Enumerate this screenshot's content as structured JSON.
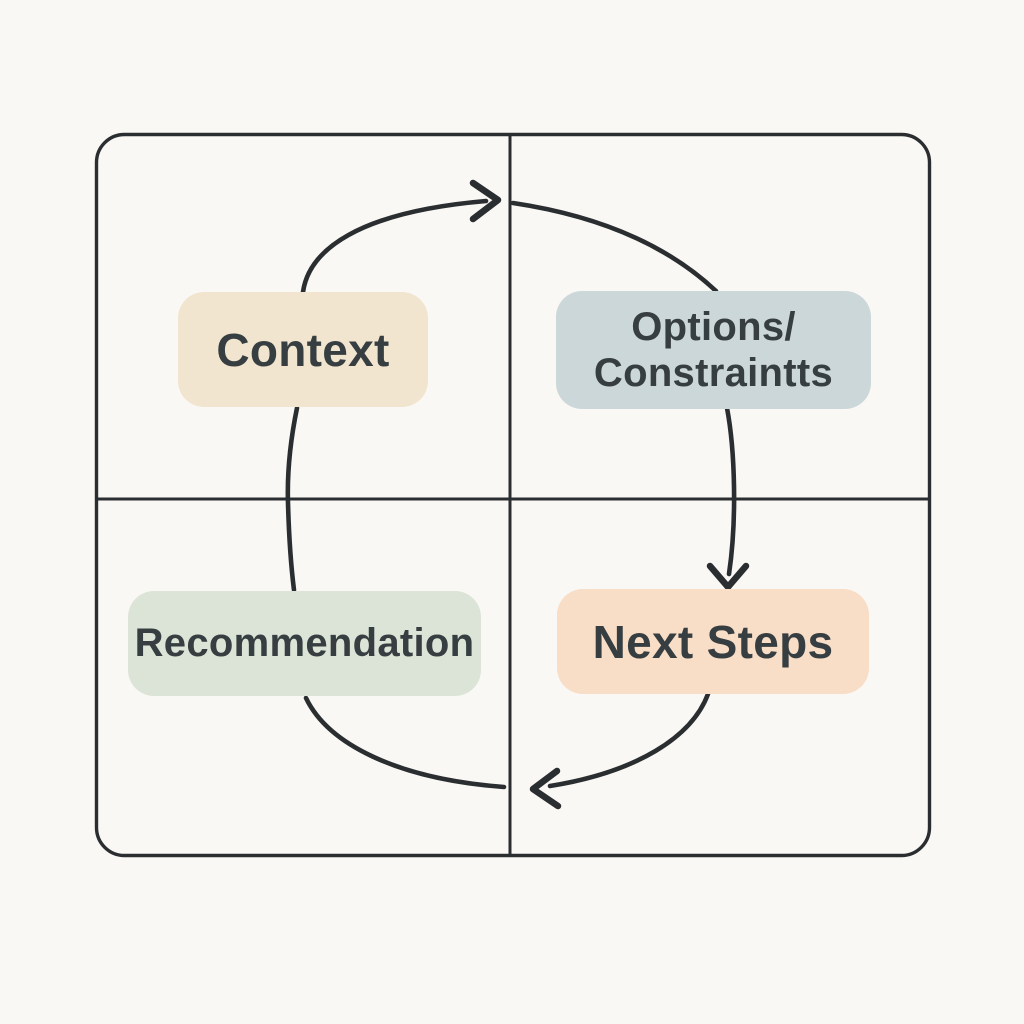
{
  "diagram": {
    "type": "cycle-flowchart",
    "background_color": "#faf8f4",
    "line_color": "#2b2e30",
    "text_color": "#373e41",
    "nodes": {
      "context": {
        "label": "Context",
        "bg": "#f2e5cf",
        "quadrant": "top-left"
      },
      "options_constraints": {
        "label_line1": "Options/",
        "label_line2": "Constraintts",
        "bg": "#ccd7da",
        "quadrant": "top-right"
      },
      "recommendation": {
        "label": "Recommendation",
        "bg": "#dbe4d6",
        "quadrant": "bottom-left"
      },
      "next_steps": {
        "label": "Next Steps",
        "bg": "#f8ddc7",
        "quadrant": "bottom-right"
      }
    },
    "edges": [
      {
        "from": "Context",
        "to": "Options/Constraintts",
        "arrowhead": "right-at-top-center"
      },
      {
        "from": "Options/Constraintts",
        "to": "Next Steps",
        "arrowhead": "down-into-next-steps"
      },
      {
        "from": "Next Steps",
        "to": "Recommendation",
        "arrowhead": "left-at-bottom-center"
      },
      {
        "from": "Recommendation",
        "to": "Context",
        "arrowhead": "none"
      }
    ],
    "flow_direction": "clockwise"
  }
}
